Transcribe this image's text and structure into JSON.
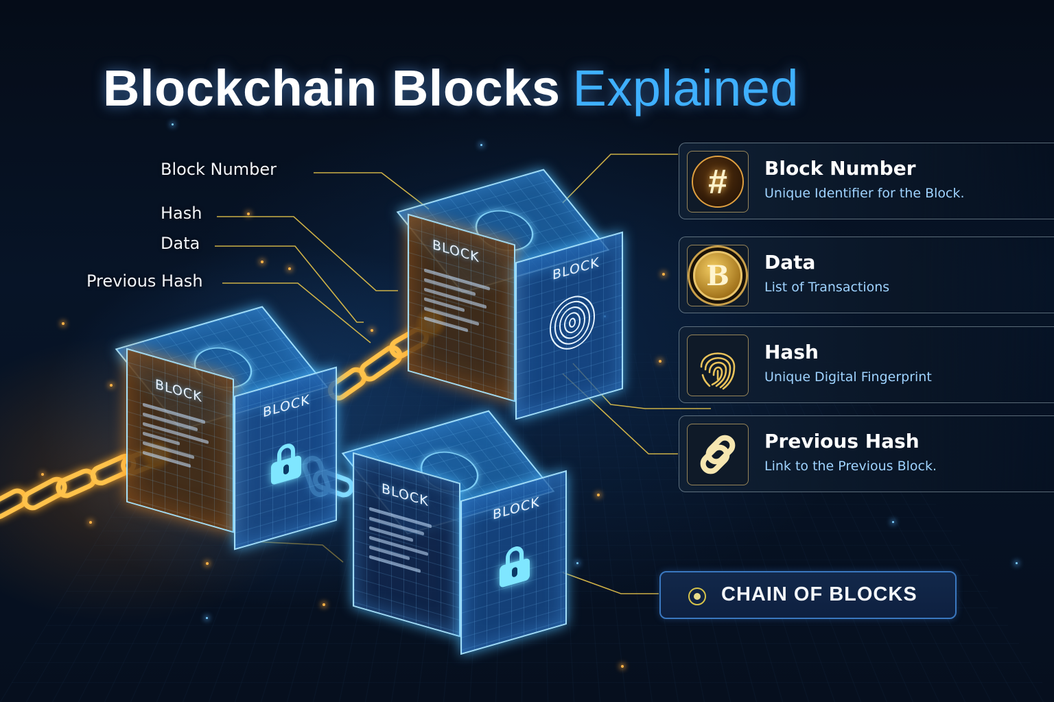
{
  "title": {
    "part1": "Blockchain Blocks",
    "part2": "Explained",
    "part1_color": "#ffffff",
    "part2_color": "#3fb0ff"
  },
  "callouts": [
    {
      "label": "Block Number"
    },
    {
      "label": "Hash"
    },
    {
      "label": "Data"
    },
    {
      "label": "Previous Hash"
    }
  ],
  "blocks": [
    {
      "id": "block-top",
      "left_face_label": "BLOCK",
      "right_face_label": "BLOCK",
      "right_icon": "fingerprint-icon"
    },
    {
      "id": "block-left",
      "left_face_label": "BLOCK",
      "right_face_label": "BLOCK",
      "right_icon": "lock-icon"
    },
    {
      "id": "block-bottom",
      "left_face_label": "BLOCK",
      "right_face_label": "BLOCK",
      "right_icon": "lock-icon"
    }
  ],
  "cards": [
    {
      "title": "Block Number",
      "subtitle": "Unique Identifier for the Block.",
      "icon": "hash-icon",
      "glyph": "#"
    },
    {
      "title": "Data",
      "subtitle": "List of Transactions",
      "icon": "bitcoin-coin-icon",
      "glyph": "B"
    },
    {
      "title": "Hash",
      "subtitle": "Unique Digital Fingerprint",
      "icon": "fingerprint-icon"
    },
    {
      "title": "Previous Hash",
      "subtitle": "Link to the Previous Block.",
      "icon": "chain-link-icon"
    }
  ],
  "chain_badge": {
    "label": "CHAIN OF BLOCKS",
    "icon": "target-dot-icon"
  },
  "colors": {
    "background": "#071427",
    "accent_blue": "#3fb0ff",
    "accent_gold": "#e0b84a",
    "chain_orange": "#ffc24a",
    "cube_glow": "#7fe6ff"
  }
}
